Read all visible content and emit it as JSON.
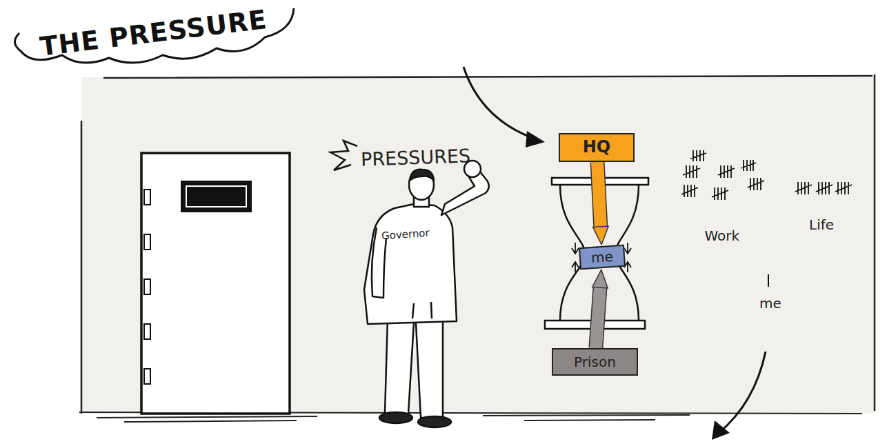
{
  "diagram": {
    "title": "THE PRESSURE",
    "nodes": [
      {
        "text": [
          "HQ"
        ]
      },
      {
        "text": [
          "me"
        ]
      },
      {
        "text": [
          "Prison"
        ]
      }
    ],
    "edges": [
      {
        "from": 0,
        "to": 1,
        "arrow": "to"
      },
      {
        "from": 2,
        "to": 1,
        "arrow": "to"
      }
    ],
    "labels": [
      "PRESSURES",
      "Governor",
      "Work",
      "Life",
      "me"
    ]
  }
}
